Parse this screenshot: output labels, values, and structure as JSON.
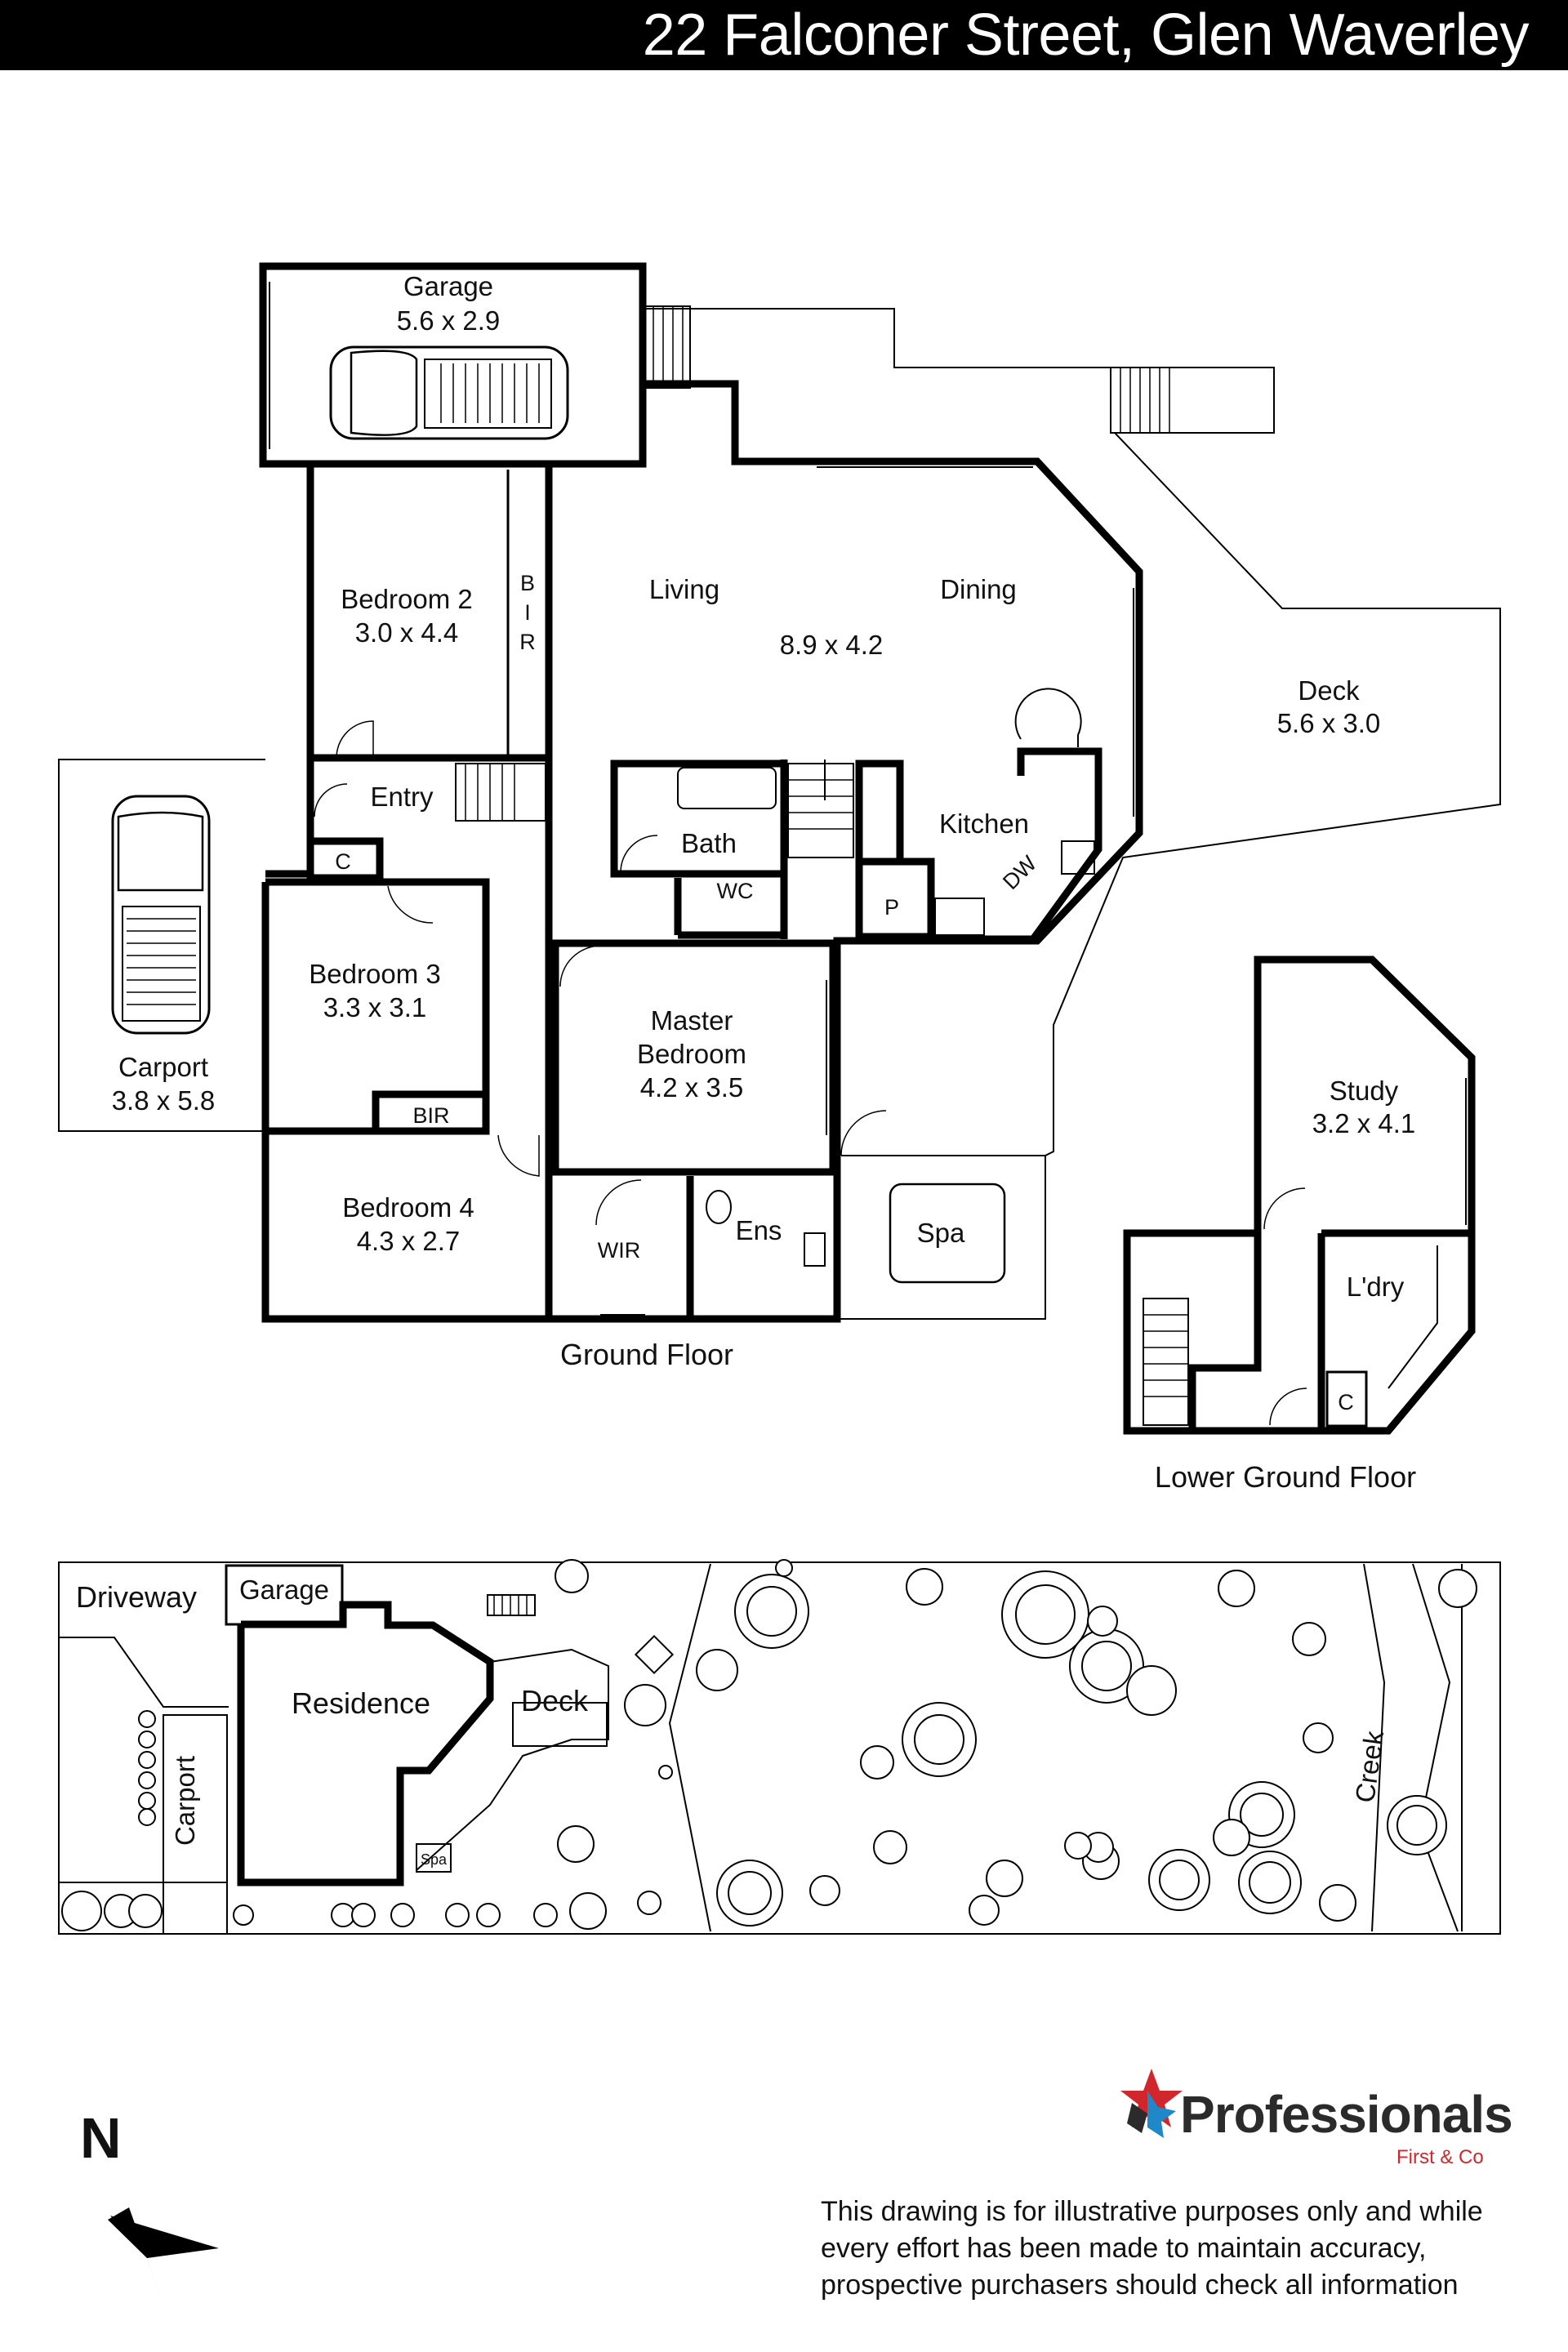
{
  "header": {
    "title": "22 Falconer Street, Glen Waverley"
  },
  "ground_floor": {
    "label": "Ground Floor",
    "rooms": {
      "garage": {
        "name": "Garage",
        "size": "5.6 x 2.9"
      },
      "bedroom2": {
        "name": "Bedroom 2",
        "size": "3.0 x 4.4"
      },
      "bir_vertical": [
        "B",
        "I",
        "R"
      ],
      "living": {
        "name": "Living"
      },
      "dining": {
        "name": "Dining"
      },
      "living_dining_size": "8.9 x 4.2",
      "deck": {
        "name": "Deck",
        "size": "5.6 x 3.0"
      },
      "entry": {
        "name": "Entry"
      },
      "cupboard": "C",
      "bath": {
        "name": "Bath"
      },
      "wc": {
        "name": "WC"
      },
      "kitchen": {
        "name": "Kitchen"
      },
      "pantry": "P",
      "dw": "DW",
      "carport": {
        "name": "Carport",
        "size": "3.8 x 5.8"
      },
      "bedroom3": {
        "name": "Bedroom 3",
        "size": "3.3 x 3.1"
      },
      "bir": "BIR",
      "master": {
        "name": "Master",
        "name2": "Bedroom",
        "size": "4.2 x 3.5"
      },
      "bedroom4": {
        "name": "Bedroom 4",
        "size": "4.3 x 2.7"
      },
      "wir": "WIR",
      "ens": "Ens",
      "spa": "Spa"
    }
  },
  "lower_ground_floor": {
    "label": "Lower Ground Floor",
    "rooms": {
      "study": {
        "name": "Study",
        "size": "3.2 x 4.1"
      },
      "laundry": {
        "name": "L'dry"
      },
      "cupboard": "C"
    }
  },
  "site_plan": {
    "driveway": "Driveway",
    "garage": "Garage",
    "residence": "Residence",
    "deck": "Deck",
    "carport": "Carport",
    "spa": "Spa",
    "creek": "Creek"
  },
  "compass": {
    "label": "N"
  },
  "brand": {
    "name": "Professionals",
    "sub": "First & Co",
    "colors": [
      "#d2262d",
      "#1e88c8",
      "#2b2b2b"
    ]
  },
  "disclaimer": "This drawing is for illustrative purposes only and while every effort has been made to maintain accuracy, prospective purchasers should check all information"
}
